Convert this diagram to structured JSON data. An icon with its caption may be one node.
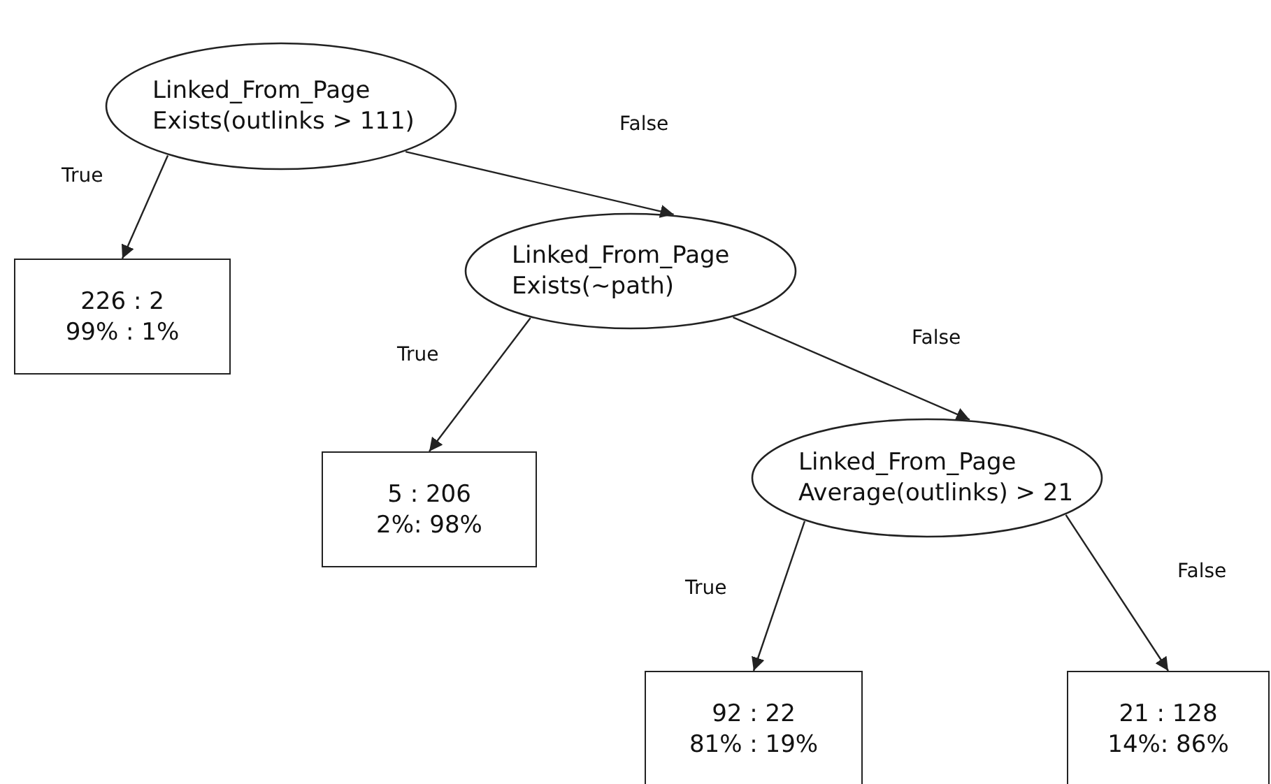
{
  "diagram": {
    "nodes": [
      {
        "text": [
          "Linked_From_Page",
          "Exists(outlinks > 111)"
        ]
      },
      {
        "text": [
          "226 : 2",
          "99%  : 1%"
        ]
      },
      {
        "text": [
          "Linked_From_Page",
          "Exists(~path)"
        ]
      },
      {
        "text": [
          "5  : 206",
          "2%: 98%"
        ]
      },
      {
        "text": [
          "Linked_From_Page",
          "Average(outlinks) > 21"
        ]
      },
      {
        "text": [
          "92  : 22",
          "81%  : 19%"
        ]
      },
      {
        "text": [
          "21  : 128",
          "14%: 86%"
        ]
      }
    ],
    "edges": [
      {
        "from": 0,
        "to": 1,
        "arrow": "to",
        "label": "True"
      },
      {
        "from": 0,
        "to": 2,
        "arrow": "to",
        "label": "False"
      },
      {
        "from": 2,
        "to": 3,
        "arrow": "to",
        "label": "True"
      },
      {
        "from": 2,
        "to": 4,
        "arrow": "to",
        "label": "False"
      },
      {
        "from": 4,
        "to": 5,
        "arrow": "to",
        "label": "True"
      },
      {
        "from": 4,
        "to": 6,
        "arrow": "to",
        "label": "False"
      }
    ]
  }
}
